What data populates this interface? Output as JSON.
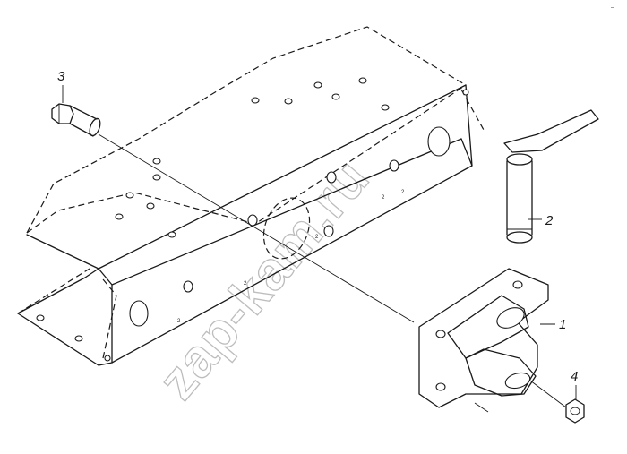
{
  "diagram": {
    "callouts": [
      {
        "id": "part-1",
        "label": "1"
      },
      {
        "id": "part-2",
        "label": "2"
      },
      {
        "id": "part-3",
        "label": "3"
      },
      {
        "id": "part-4",
        "label": "4"
      }
    ],
    "hole_marks": [
      "2",
      "2",
      "2",
      "2",
      "2"
    ],
    "corner_mark": "–",
    "watermark": "zap-kam.ru"
  }
}
